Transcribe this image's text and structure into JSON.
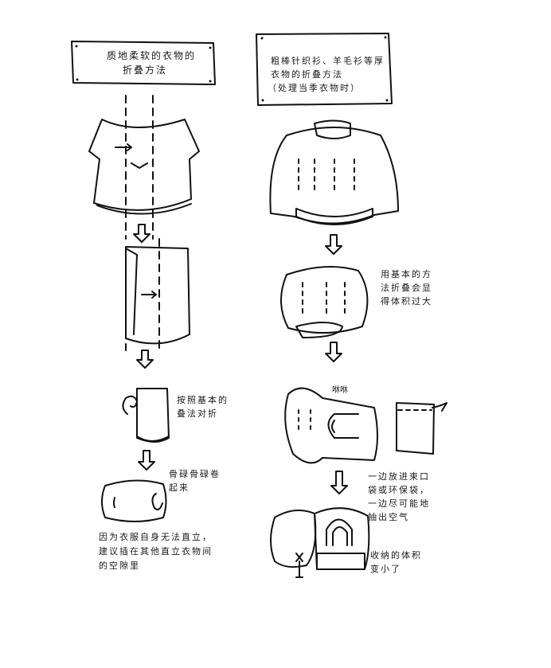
{
  "left": {
    "title_line1": "质地柔软的衣物的",
    "title_line2": "折叠方法",
    "step_fold": "按照基本的\n叠法对折",
    "step_roll": "骨碌骨碌卷\n起来",
    "note": "因为衣服自身无法直立，\n建议插在其他直立衣物间\n的空隙里"
  },
  "right": {
    "title_line1": "粗棒针织衫、羊毛衫等厚",
    "title_line2": "衣物的折叠方法",
    "title_line3": "（处理当季衣物时）",
    "step_too_big": "用基本的方\n法折叠会显\n得体积过大",
    "sound": "咻咻",
    "step_bag": "一边放进束口\n袋或环保袋，\n一边尽可能地\n抽出空气",
    "step_result": "收纳的体积\n变小了"
  }
}
